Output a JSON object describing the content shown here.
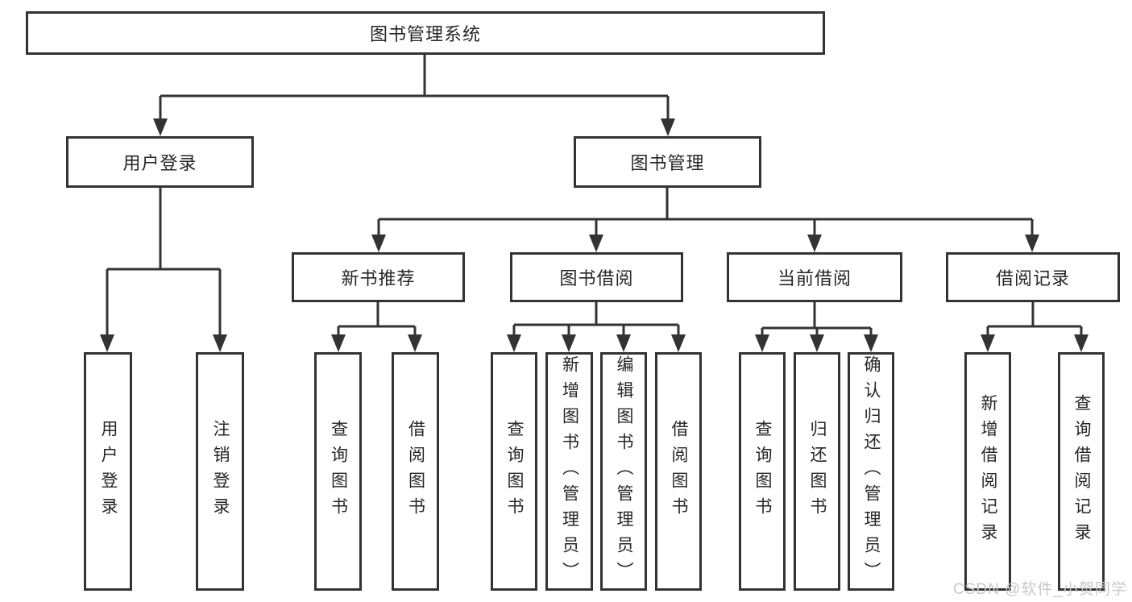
{
  "diagram": {
    "root": {
      "label": "图书管理系统"
    },
    "level2": [
      {
        "label": "用户登录",
        "children": [
          {
            "label": "用户登录"
          },
          {
            "label": "注销登录"
          }
        ]
      },
      {
        "label": "图书管理",
        "children": [
          {
            "label": "新书推荐",
            "children": [
              {
                "label": "查询图书"
              },
              {
                "label": "借阅图书"
              }
            ]
          },
          {
            "label": "图书借阅",
            "children": [
              {
                "label": "查询图书"
              },
              {
                "label": "新增图书（管理员）"
              },
              {
                "label": "编辑图书（管理员）"
              },
              {
                "label": "借阅图书"
              }
            ]
          },
          {
            "label": "当前借阅",
            "children": [
              {
                "label": "查询图书"
              },
              {
                "label": "归还图书"
              },
              {
                "label": "确认归还（管理员）"
              }
            ]
          },
          {
            "label": "借阅记录",
            "children": [
              {
                "label": "新增借阅记录"
              },
              {
                "label": "查询借阅记录"
              }
            ]
          }
        ]
      }
    ]
  },
  "watermark": {
    "text": "CSDN @软件_小贺同学"
  },
  "colors": {
    "line": "#333333",
    "text": "#262626",
    "background": "#ffffff",
    "watermark": "#c8c8c8"
  }
}
